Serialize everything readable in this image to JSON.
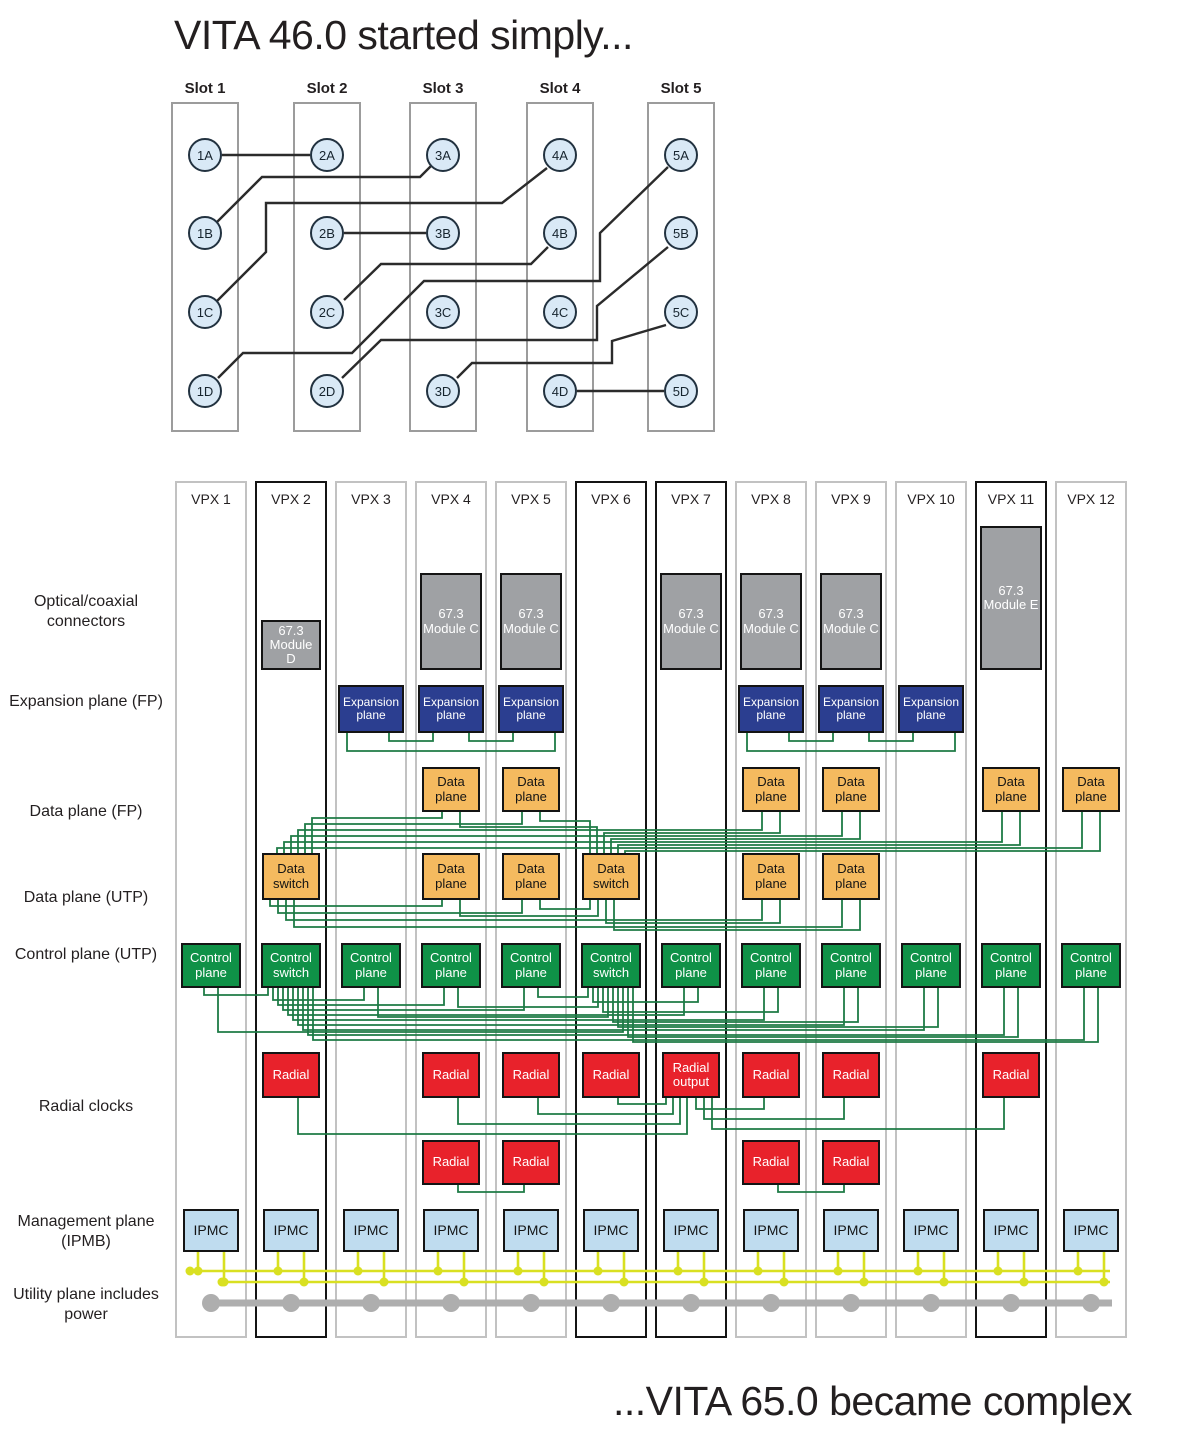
{
  "titles": {
    "top": "VITA 46.0 started simply...",
    "bottom": "...VITA 65.0 became complex"
  },
  "colors": {
    "node_fill": "#d9e9f6",
    "wire_dark": "#2b2b2b",
    "slot_border": "#9c9c9c",
    "column_border": "#c2c2c2",
    "column_border_emphasis": "#141414",
    "module_gray": "#9fa1a4",
    "expansion_blue": "#2b3e90",
    "data_orange": "#f5ba5f",
    "control_green": "#0f9147",
    "radial_red": "#e8222b",
    "ipmc_blue": "#bfdcef",
    "green_line": "#1e7b46",
    "yellow_bus": "#d9e021",
    "gray_bus": "#aeaeae"
  },
  "top_diagram": {
    "slots": [
      {
        "label": "Slot 1"
      },
      {
        "label": "Slot 2"
      },
      {
        "label": "Slot 3"
      },
      {
        "label": "Slot 4"
      },
      {
        "label": "Slot 5"
      }
    ],
    "nodes": [
      {
        "id": "1A"
      },
      {
        "id": "2A"
      },
      {
        "id": "3A"
      },
      {
        "id": "4A"
      },
      {
        "id": "5A"
      },
      {
        "id": "1B"
      },
      {
        "id": "2B"
      },
      {
        "id": "3B"
      },
      {
        "id": "4B"
      },
      {
        "id": "5B"
      },
      {
        "id": "1C"
      },
      {
        "id": "2C"
      },
      {
        "id": "3C"
      },
      {
        "id": "4C"
      },
      {
        "id": "5C"
      },
      {
        "id": "1D"
      },
      {
        "id": "2D"
      },
      {
        "id": "3D"
      },
      {
        "id": "4D"
      },
      {
        "id": "5D"
      }
    ],
    "connections": [
      [
        "1A",
        "2A"
      ],
      [
        "1B",
        "3A"
      ],
      [
        "1C",
        "4A"
      ],
      [
        "1D",
        "5A"
      ],
      [
        "2B",
        "3B"
      ],
      [
        "2C",
        "4B"
      ],
      [
        "2D",
        "5B"
      ],
      [
        "3D",
        "5C"
      ],
      [
        "4D",
        "5D"
      ]
    ]
  },
  "bottom_diagram": {
    "columns": [
      {
        "label": "VPX 1",
        "emphasized": false
      },
      {
        "label": "VPX 2",
        "emphasized": true
      },
      {
        "label": "VPX 3",
        "emphasized": false
      },
      {
        "label": "VPX 4",
        "emphasized": false
      },
      {
        "label": "VPX 5",
        "emphasized": false
      },
      {
        "label": "VPX 6",
        "emphasized": true
      },
      {
        "label": "VPX 7",
        "emphasized": true
      },
      {
        "label": "VPX 8",
        "emphasized": false
      },
      {
        "label": "VPX 9",
        "emphasized": false
      },
      {
        "label": "VPX 10",
        "emphasized": false
      },
      {
        "label": "VPX 11",
        "emphasized": true
      },
      {
        "label": "VPX 12",
        "emphasized": false
      }
    ],
    "row_labels": [
      {
        "label": "Optical/coaxial connectors"
      },
      {
        "label": "Expansion plane (FP)"
      },
      {
        "label": "Data plane (FP)"
      },
      {
        "label": "Data plane (UTP)"
      },
      {
        "label": "Control plane (UTP)"
      },
      {
        "label": "Radial clocks"
      },
      {
        "label": "Management plane (IPMB)"
      },
      {
        "label": "Utility plane includes power"
      }
    ],
    "boxes": [
      {
        "col": 2,
        "row": "module_d",
        "type": "module",
        "label": "67.3 Module D"
      },
      {
        "col": 4,
        "row": "module_c",
        "type": "module",
        "label": "67.3 Module C"
      },
      {
        "col": 5,
        "row": "module_c",
        "type": "module",
        "label": "67.3 Module C"
      },
      {
        "col": 7,
        "row": "module_c",
        "type": "module",
        "label": "67.3 Module C"
      },
      {
        "col": 8,
        "row": "module_c",
        "type": "module",
        "label": "67.3 Module C"
      },
      {
        "col": 9,
        "row": "module_c",
        "type": "module",
        "label": "67.3 Module C"
      },
      {
        "col": 11,
        "row": "module_e",
        "type": "module",
        "label": "67.3 Module E"
      },
      {
        "col": 3,
        "row": "expansion",
        "type": "expansion",
        "label": "Expansion plane"
      },
      {
        "col": 4,
        "row": "expansion",
        "type": "expansion",
        "label": "Expansion plane"
      },
      {
        "col": 5,
        "row": "expansion",
        "type": "expansion",
        "label": "Expansion plane"
      },
      {
        "col": 8,
        "row": "expansion",
        "type": "expansion",
        "label": "Expansion plane"
      },
      {
        "col": 9,
        "row": "expansion",
        "type": "expansion",
        "label": "Expansion plane"
      },
      {
        "col": 10,
        "row": "expansion",
        "type": "expansion",
        "label": "Expansion plane"
      },
      {
        "col": 4,
        "row": "data_fp",
        "type": "data",
        "label": "Data plane"
      },
      {
        "col": 5,
        "row": "data_fp",
        "type": "data",
        "label": "Data plane"
      },
      {
        "col": 8,
        "row": "data_fp",
        "type": "data",
        "label": "Data plane"
      },
      {
        "col": 9,
        "row": "data_fp",
        "type": "data",
        "label": "Data plane"
      },
      {
        "col": 11,
        "row": "data_fp",
        "type": "data",
        "label": "Data plane"
      },
      {
        "col": 12,
        "row": "data_fp",
        "type": "data",
        "label": "Data plane"
      },
      {
        "col": 2,
        "row": "data_utp",
        "type": "data",
        "label": "Data switch"
      },
      {
        "col": 4,
        "row": "data_utp",
        "type": "data",
        "label": "Data plane"
      },
      {
        "col": 5,
        "row": "data_utp",
        "type": "data",
        "label": "Data plane"
      },
      {
        "col": 6,
        "row": "data_utp",
        "type": "data",
        "label": "Data switch"
      },
      {
        "col": 8,
        "row": "data_utp",
        "type": "data",
        "label": "Data plane"
      },
      {
        "col": 9,
        "row": "data_utp",
        "type": "data",
        "label": "Data plane"
      },
      {
        "col": 1,
        "row": "control",
        "type": "control",
        "label": "Control plane"
      },
      {
        "col": 2,
        "row": "control",
        "type": "control",
        "label": "Control switch"
      },
      {
        "col": 3,
        "row": "control",
        "type": "control",
        "label": "Control plane"
      },
      {
        "col": 4,
        "row": "control",
        "type": "control",
        "label": "Control plane"
      },
      {
        "col": 5,
        "row": "control",
        "type": "control",
        "label": "Control plane"
      },
      {
        "col": 6,
        "row": "control",
        "type": "control",
        "label": "Control switch"
      },
      {
        "col": 7,
        "row": "control",
        "type": "control",
        "label": "Control plane"
      },
      {
        "col": 8,
        "row": "control",
        "type": "control",
        "label": "Control plane"
      },
      {
        "col": 9,
        "row": "control",
        "type": "control",
        "label": "Control plane"
      },
      {
        "col": 10,
        "row": "control",
        "type": "control",
        "label": "Control plane"
      },
      {
        "col": 11,
        "row": "control",
        "type": "control",
        "label": "Control plane"
      },
      {
        "col": 12,
        "row": "control",
        "type": "control",
        "label": "Control plane"
      },
      {
        "col": 2,
        "row": "radial1",
        "type": "radial",
        "label": "Radial"
      },
      {
        "col": 4,
        "row": "radial1",
        "type": "radial",
        "label": "Radial"
      },
      {
        "col": 5,
        "row": "radial1",
        "type": "radial",
        "label": "Radial"
      },
      {
        "col": 6,
        "row": "radial1",
        "type": "radial",
        "label": "Radial"
      },
      {
        "col": 7,
        "row": "radial1",
        "type": "radial",
        "label": "Radial output"
      },
      {
        "col": 8,
        "row": "radial1",
        "type": "radial",
        "label": "Radial"
      },
      {
        "col": 9,
        "row": "radial1",
        "type": "radial",
        "label": "Radial"
      },
      {
        "col": 11,
        "row": "radial1",
        "type": "radial",
        "label": "Radial"
      },
      {
        "col": 4,
        "row": "radial2",
        "type": "radial",
        "label": "Radial"
      },
      {
        "col": 5,
        "row": "radial2",
        "type": "radial",
        "label": "Radial"
      },
      {
        "col": 8,
        "row": "radial2",
        "type": "radial",
        "label": "Radial"
      },
      {
        "col": 9,
        "row": "radial2",
        "type": "radial",
        "label": "Radial"
      },
      {
        "col": 1,
        "row": "ipmc",
        "type": "ipmc",
        "label": "IPMC"
      },
      {
        "col": 2,
        "row": "ipmc",
        "type": "ipmc",
        "label": "IPMC"
      },
      {
        "col": 3,
        "row": "ipmc",
        "type": "ipmc",
        "label": "IPMC"
      },
      {
        "col": 4,
        "row": "ipmc",
        "type": "ipmc",
        "label": "IPMC"
      },
      {
        "col": 5,
        "row": "ipmc",
        "type": "ipmc",
        "label": "IPMC"
      },
      {
        "col": 6,
        "row": "ipmc",
        "type": "ipmc",
        "label": "IPMC"
      },
      {
        "col": 7,
        "row": "ipmc",
        "type": "ipmc",
        "label": "IPMC"
      },
      {
        "col": 8,
        "row": "ipmc",
        "type": "ipmc",
        "label": "IPMC"
      },
      {
        "col": 9,
        "row": "ipmc",
        "type": "ipmc",
        "label": "IPMC"
      },
      {
        "col": 10,
        "row": "ipmc",
        "type": "ipmc",
        "label": "IPMC"
      },
      {
        "col": 11,
        "row": "ipmc",
        "type": "ipmc",
        "label": "IPMC"
      },
      {
        "col": 12,
        "row": "ipmc",
        "type": "ipmc",
        "label": "IPMC"
      }
    ],
    "links": {
      "expansion_pairs": [
        [
          3,
          4
        ],
        [
          4,
          5
        ],
        [
          3,
          5
        ],
        [
          8,
          9
        ],
        [
          9,
          10
        ],
        [
          8,
          10
        ]
      ],
      "data_fp": {
        "switches": [
          2,
          6
        ],
        "planes": [
          4,
          5,
          8,
          9,
          11,
          12
        ]
      },
      "data_utp": {
        "switches": [
          2,
          6
        ],
        "planes": [
          4,
          5,
          8,
          9
        ]
      },
      "control": {
        "switches": [
          2,
          6
        ],
        "planes": [
          1,
          3,
          4,
          5,
          7,
          8,
          9,
          10,
          11,
          12
        ]
      },
      "radial": {
        "source": 7,
        "targets": [
          2,
          4,
          5,
          6,
          8,
          9,
          11
        ]
      },
      "radial_pairs": [
        [
          4,
          5
        ],
        [
          8,
          9
        ]
      ]
    }
  }
}
